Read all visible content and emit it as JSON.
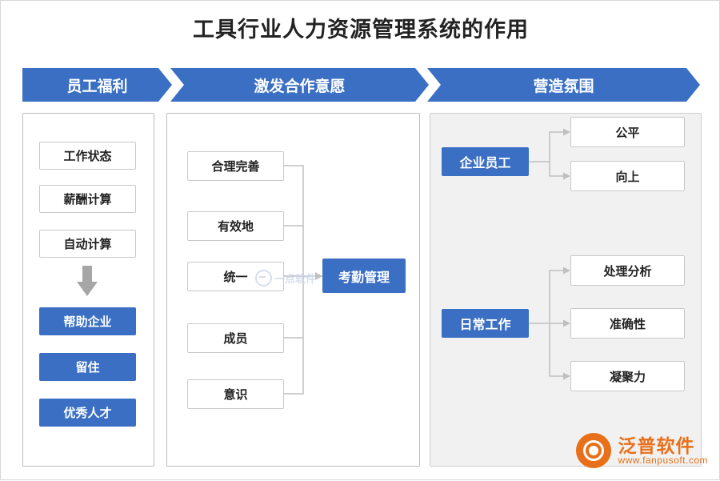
{
  "page": {
    "title": "工具行业人力资源管理系统的作用"
  },
  "banners": [
    {
      "label": "员工福利",
      "color": "#3a6fc4"
    },
    {
      "label": "激发合作意愿",
      "color": "#3a6fc4"
    },
    {
      "label": "营造氛围",
      "color": "#3a6fc4"
    }
  ],
  "columns": {
    "left": {
      "boxes": [
        {
          "label": "工作状态",
          "style": "white"
        },
        {
          "label": "薪酬计算",
          "style": "white"
        },
        {
          "label": "自动计算",
          "style": "white"
        },
        {
          "label": "帮助企业",
          "style": "blue"
        },
        {
          "label": "留住",
          "style": "blue"
        },
        {
          "label": "优秀人才",
          "style": "blue"
        }
      ],
      "arrow": "down-arrow"
    },
    "middle": {
      "sources": [
        {
          "label": "合理完善"
        },
        {
          "label": "有效地"
        },
        {
          "label": "统一"
        },
        {
          "label": "成员"
        },
        {
          "label": "意识"
        }
      ],
      "target": {
        "label": "考勤管理",
        "style": "blue"
      }
    },
    "right": {
      "groups": [
        {
          "source": {
            "label": "企业员工",
            "style": "blue"
          },
          "items": [
            {
              "label": "公平"
            },
            {
              "label": "向上"
            }
          ]
        },
        {
          "source": {
            "label": "日常工作",
            "style": "blue"
          },
          "items": [
            {
              "label": "处理分析"
            },
            {
              "label": "准确性"
            },
            {
              "label": "凝聚力"
            }
          ]
        }
      ]
    }
  },
  "watermarks": {
    "center": "一点软件",
    "logo_cn": "泛普软件",
    "logo_en": "www.fanpusoft.com"
  },
  "colors": {
    "accent": "#3a6fc4",
    "panel_gray": "#f1f1f1",
    "border": "#c9c9c9",
    "arrow_gray": "#a6a6a6",
    "logo_orange": "#e8701a"
  }
}
